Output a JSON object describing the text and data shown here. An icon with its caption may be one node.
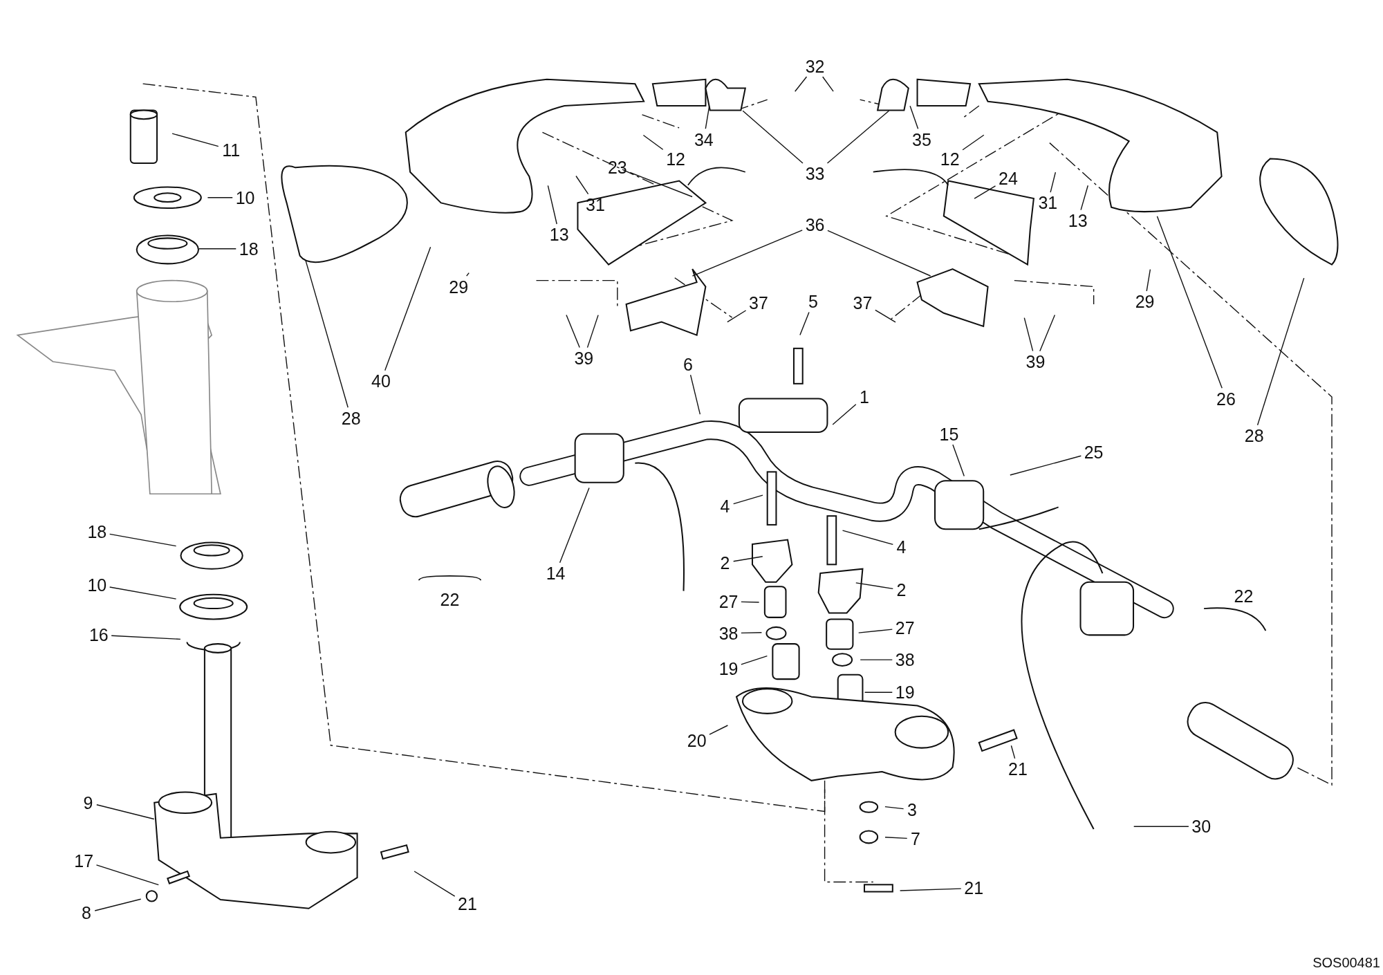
{
  "diagram": {
    "nodes": [
      {
        "text": [
          "11"
        ]
      },
      {
        "text": [
          "10"
        ]
      },
      {
        "text": [
          "18"
        ]
      },
      {
        "text": [
          "18"
        ]
      },
      {
        "text": [
          "10"
        ]
      },
      {
        "text": [
          "16"
        ]
      },
      {
        "text": [
          "9"
        ]
      },
      {
        "text": [
          "17"
        ]
      },
      {
        "text": [
          "8"
        ]
      },
      {
        "text": [
          "21"
        ]
      },
      {
        "text": [
          "28"
        ]
      },
      {
        "text": [
          "40"
        ]
      },
      {
        "text": [
          "29"
        ]
      },
      {
        "text": [
          "13"
        ]
      },
      {
        "text": [
          "31"
        ]
      },
      {
        "text": [
          "23"
        ]
      },
      {
        "text": [
          "12"
        ]
      },
      {
        "text": [
          "34"
        ]
      },
      {
        "text": [
          "32"
        ]
      },
      {
        "text": [
          "33"
        ]
      },
      {
        "text": [
          "35"
        ]
      },
      {
        "text": [
          "12"
        ]
      },
      {
        "text": [
          "24"
        ]
      },
      {
        "text": [
          "31"
        ]
      },
      {
        "text": [
          "13"
        ]
      },
      {
        "text": [
          "29"
        ]
      },
      {
        "text": [
          "26"
        ]
      },
      {
        "text": [
          "28"
        ]
      },
      {
        "text": [
          "36"
        ]
      },
      {
        "text": [
          "37"
        ]
      },
      {
        "text": [
          "37"
        ]
      },
      {
        "text": [
          "39"
        ]
      },
      {
        "text": [
          "39"
        ]
      },
      {
        "text": [
          "5"
        ]
      },
      {
        "text": [
          "6"
        ]
      },
      {
        "text": [
          "1"
        ]
      },
      {
        "text": [
          "25"
        ]
      },
      {
        "text": [
          "15"
        ]
      },
      {
        "text": [
          "4"
        ]
      },
      {
        "text": [
          "4"
        ]
      },
      {
        "text": [
          "2"
        ]
      },
      {
        "text": [
          "2"
        ]
      },
      {
        "text": [
          "14"
        ]
      },
      {
        "text": [
          "27"
        ]
      },
      {
        "text": [
          "27"
        ]
      },
      {
        "text": [
          "38"
        ]
      },
      {
        "text": [
          "38"
        ]
      },
      {
        "text": [
          "19"
        ]
      },
      {
        "text": [
          "19"
        ]
      },
      {
        "text": [
          "20"
        ]
      },
      {
        "text": [
          "21"
        ]
      },
      {
        "text": [
          "3"
        ]
      },
      {
        "text": [
          "7"
        ]
      },
      {
        "text": [
          "21"
        ]
      },
      {
        "text": [
          "30"
        ]
      }
    ],
    "edges": [
      {
        "from": 0,
        "to": null,
        "arrow": "none"
      },
      {
        "from": 1,
        "to": null,
        "arrow": "none"
      },
      {
        "from": 2,
        "to": null,
        "arrow": "none"
      },
      {
        "from": 3,
        "to": null,
        "arrow": "none"
      },
      {
        "from": 4,
        "to": null,
        "arrow": "none"
      },
      {
        "from": 5,
        "to": null,
        "arrow": "none"
      },
      {
        "from": 6,
        "to": null,
        "arrow": "none"
      },
      {
        "from": 7,
        "to": null,
        "arrow": "none"
      },
      {
        "from": 8,
        "to": null,
        "arrow": "none"
      },
      {
        "from": 9,
        "to": null,
        "arrow": "none"
      },
      {
        "from": 10,
        "to": null,
        "arrow": "none"
      },
      {
        "from": 11,
        "to": null,
        "arrow": "none"
      },
      {
        "from": 12,
        "to": null,
        "arrow": "none"
      },
      {
        "from": 13,
        "to": null,
        "arrow": "none"
      },
      {
        "from": 14,
        "to": null,
        "arrow": "none"
      },
      {
        "from": 15,
        "to": null,
        "arrow": "none"
      },
      {
        "from": 16,
        "to": null,
        "arrow": "none"
      },
      {
        "from": 17,
        "to": null,
        "arrow": "none"
      },
      {
        "from": 18,
        "to": null,
        "arrow": "none"
      },
      {
        "from": 18,
        "to": null,
        "arrow": "none"
      },
      {
        "from": 19,
        "to": null,
        "arrow": "none"
      },
      {
        "from": 19,
        "to": null,
        "arrow": "none"
      },
      {
        "from": 20,
        "to": null,
        "arrow": "none"
      },
      {
        "from": 21,
        "to": null,
        "arrow": "none"
      },
      {
        "from": 22,
        "to": null,
        "arrow": "none"
      },
      {
        "from": 23,
        "to": null,
        "arrow": "none"
      },
      {
        "from": 24,
        "to": null,
        "arrow": "none"
      },
      {
        "from": 25,
        "to": null,
        "arrow": "none"
      },
      {
        "from": 26,
        "to": null,
        "arrow": "none"
      },
      {
        "from": 27,
        "to": null,
        "arrow": "none"
      },
      {
        "from": 28,
        "to": null,
        "arrow": "none"
      },
      {
        "from": 28,
        "to": null,
        "arrow": "none"
      },
      {
        "from": 29,
        "to": null,
        "arrow": "none"
      },
      {
        "from": 30,
        "to": null,
        "arrow": "none"
      },
      {
        "from": 31,
        "to": null,
        "arrow": "none"
      },
      {
        "from": 31,
        "to": null,
        "arrow": "none"
      },
      {
        "from": 32,
        "to": null,
        "arrow": "none"
      },
      {
        "from": 32,
        "to": null,
        "arrow": "none"
      },
      {
        "from": 33,
        "to": null,
        "arrow": "none"
      },
      {
        "from": 34,
        "to": null,
        "arrow": "none"
      },
      {
        "from": 35,
        "to": null,
        "arrow": "none"
      },
      {
        "from": 36,
        "to": null,
        "arrow": "none"
      },
      {
        "from": 37,
        "to": null,
        "arrow": "none"
      },
      {
        "from": 38,
        "to": null,
        "arrow": "none"
      },
      {
        "from": 39,
        "to": null,
        "arrow": "none"
      },
      {
        "from": 40,
        "to": null,
        "arrow": "none"
      },
      {
        "from": 41,
        "to": null,
        "arrow": "none"
      },
      {
        "from": 42,
        "to": null,
        "arrow": "none"
      },
      {
        "from": 43,
        "to": null,
        "arrow": "none"
      },
      {
        "from": 44,
        "to": null,
        "arrow": "none"
      },
      {
        "from": 45,
        "to": null,
        "arrow": "none"
      },
      {
        "from": 46,
        "to": null,
        "arrow": "none"
      },
      {
        "from": 47,
        "to": null,
        "arrow": "none"
      },
      {
        "from": 48,
        "to": null,
        "arrow": "none"
      },
      {
        "from": 49,
        "to": null,
        "arrow": "none"
      },
      {
        "from": 50,
        "to": null,
        "arrow": "none"
      },
      {
        "from": 51,
        "to": null,
        "arrow": "none"
      },
      {
        "from": 52,
        "to": null,
        "arrow": "none"
      },
      {
        "from": 53,
        "to": null,
        "arrow": "none"
      },
      {
        "from": 54,
        "to": null,
        "arrow": "none"
      }
    ],
    "labels": [
      "22",
      "22",
      "SOS00481"
    ]
  }
}
